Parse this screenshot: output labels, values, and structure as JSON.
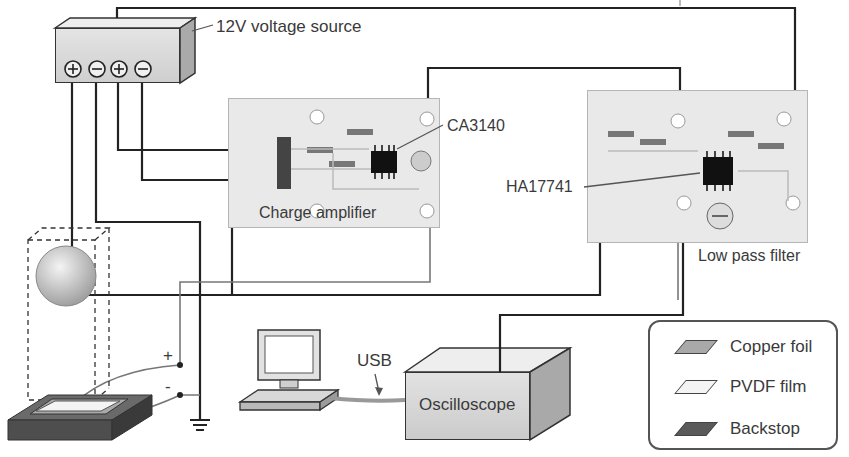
{
  "diagram": {
    "nodes": [
      {
        "text": [
          "12V voltage source"
        ]
      },
      {
        "text": [
          "CA3140",
          "Charge amplifier"
        ]
      },
      {
        "text": [
          "HA17741",
          "Low pass filter"
        ]
      },
      {
        "text": [
          "Oscilloscope"
        ]
      }
    ],
    "edges": [
      {
        "from": 0,
        "to": 1,
        "arrow": "none"
      },
      {
        "from": 0,
        "to": 2,
        "arrow": "none"
      },
      {
        "from": 1,
        "to": 2,
        "arrow": "none"
      },
      {
        "from": 2,
        "to": 3,
        "arrow": "none"
      }
    ],
    "labels": [
      "+",
      "-",
      "USB"
    ],
    "legend": [
      {
        "text": "Copper foil",
        "color": "#a9a9a9"
      },
      {
        "text": "PVDF film",
        "color": "#f4f4f4"
      },
      {
        "text": "Backstop",
        "color": "#5a5a5a"
      }
    ]
  }
}
